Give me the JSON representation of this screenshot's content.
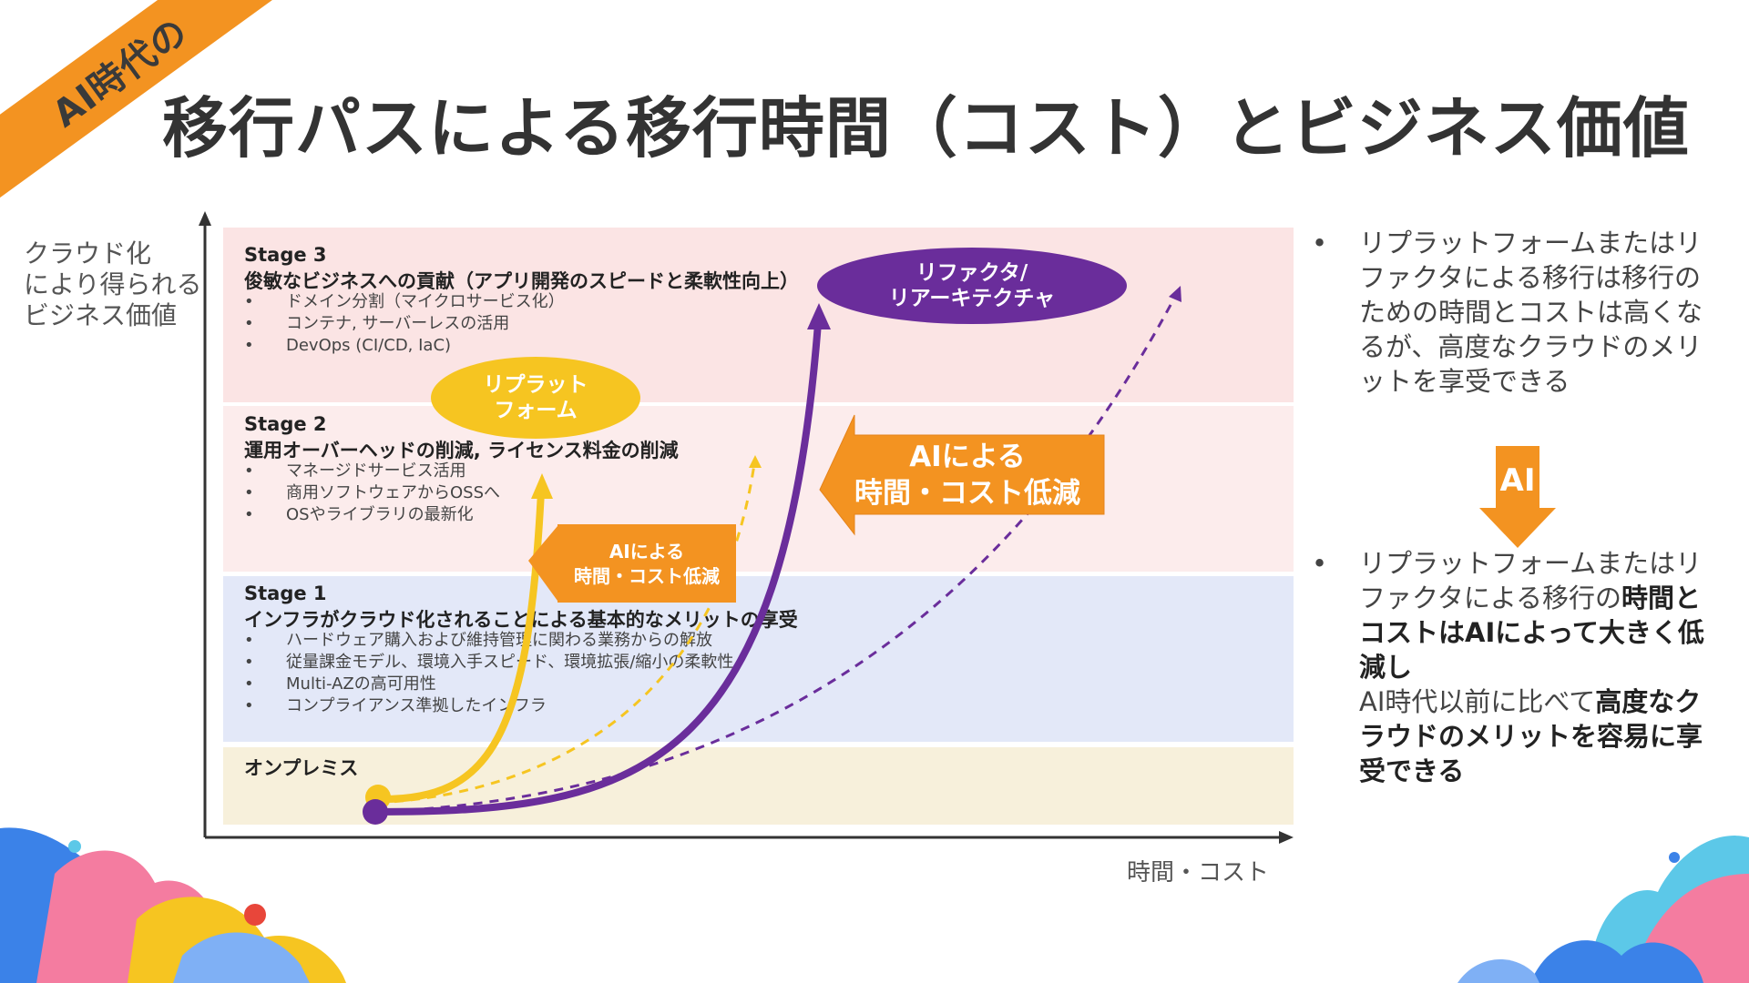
{
  "ribbon": "AI時代の",
  "title": "移行パスによる移行時間（コスト）とビジネス価値",
  "axes": {
    "y_label": "クラウド化\nにより得られる\nビジネス価値",
    "x_label": "時間・コスト"
  },
  "stages": {
    "stage3": {
      "name": "Stage 3",
      "subtitle": "俊敏なビジネスへの貢献（アプリ開発のスピードと柔軟性向上）",
      "items": [
        "ドメイン分割（マイクロサービス化）",
        "コンテナ, サーバーレスの活用",
        "DevOps (CI/CD, IaC)"
      ]
    },
    "stage2": {
      "name": "Stage 2",
      "subtitle": "運用オーバーヘッドの削減, ライセンス料金の削減",
      "items": [
        "マネージドサービス活用",
        "商用ソフトウェアからOSSへ",
        "OSやライブラリの最新化"
      ]
    },
    "stage1": {
      "name": "Stage 1",
      "subtitle": "インフラがクラウド化されることによる基本的なメリットの享受",
      "items": [
        "ハードウェア購入および維持管理に関わる業務からの解放",
        "従量課金モデル、環境入手スピード、環境拡張/縮小の柔軟性",
        "Multi-AZの高可用性",
        "コンプライアンス準拠したインフラ"
      ]
    },
    "onprem": {
      "name": "オンプレミス"
    }
  },
  "bubbles": {
    "replatform": "リプラット\nフォーム",
    "refactor": "リファクタ/\nリアーキテクチャ"
  },
  "callouts": {
    "small": "AIによる\n時間・コスト低減",
    "large": "AIによる\n時間・コスト低減"
  },
  "colors": {
    "replatform": "#f6c521",
    "refactor": "#6a2d9b",
    "callout": "#f39321"
  },
  "right": {
    "bullet1": "リプラットフォームまたはリファクタによる移行は移行のための時間とコストは高くなるが、高度なクラウドのメリットを享受できる",
    "ai_label": "AI",
    "bullet2_a": "リプラットフォームまたはリファクタによる移行の",
    "bullet2_b": "時間とコストはAIによって大きく低減し",
    "bullet2_c": "AI時代以前に比べて",
    "bullet2_d": "高度なクラウドのメリットを容易に享受できる"
  }
}
